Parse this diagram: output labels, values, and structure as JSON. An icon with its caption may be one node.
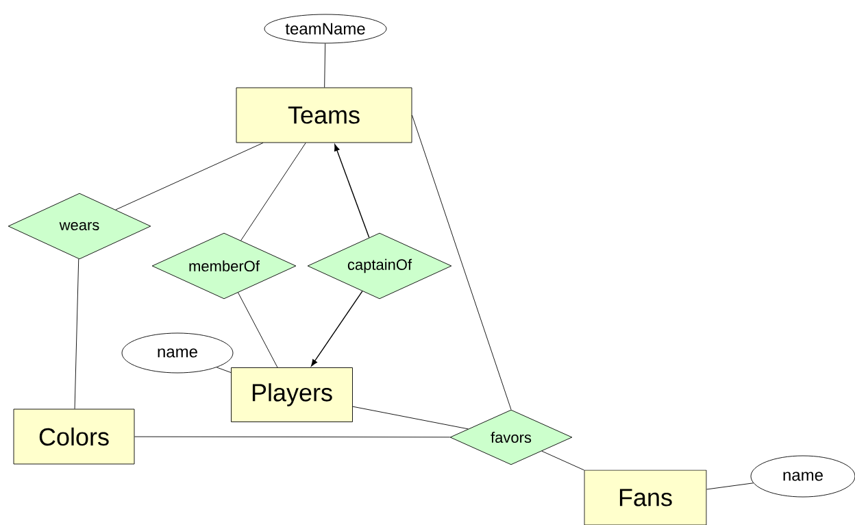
{
  "diagram": {
    "nodes": [
      {
        "text": [
          "teamName"
        ]
      },
      {
        "text": [
          "Teams"
        ]
      },
      {
        "text": [
          "wears"
        ]
      },
      {
        "text": [
          "memberOf"
        ]
      },
      {
        "text": [
          "captainOf"
        ]
      },
      {
        "text": [
          "name"
        ]
      },
      {
        "text": [
          "Players"
        ]
      },
      {
        "text": [
          "Colors"
        ]
      },
      {
        "text": [
          "favors"
        ]
      },
      {
        "text": [
          "Fans"
        ]
      },
      {
        "text": [
          "name"
        ]
      }
    ],
    "edges": [
      {
        "from": 0,
        "to": 1,
        "arrow": "none"
      },
      {
        "from": 1,
        "to": 2,
        "arrow": "none"
      },
      {
        "from": 2,
        "to": 7,
        "arrow": "none"
      },
      {
        "from": 1,
        "to": 3,
        "arrow": "none"
      },
      {
        "from": 3,
        "to": 6,
        "arrow": "none"
      },
      {
        "from": 4,
        "to": 1,
        "arrow": "to"
      },
      {
        "from": 4,
        "to": 6,
        "arrow": "to"
      },
      {
        "from": 5,
        "to": 6,
        "arrow": "none"
      },
      {
        "from": 1,
        "to": 8,
        "arrow": "none"
      },
      {
        "from": 6,
        "to": 8,
        "arrow": "none"
      },
      {
        "from": 7,
        "to": 8,
        "arrow": "none"
      },
      {
        "from": 8,
        "to": 9,
        "arrow": "none"
      },
      {
        "from": 9,
        "to": 10,
        "arrow": "none"
      }
    ]
  }
}
